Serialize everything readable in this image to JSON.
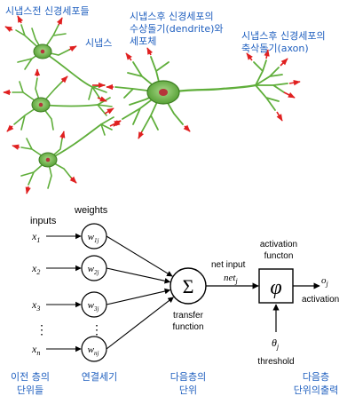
{
  "neuron_labels": {
    "presynaptic": "시냅스전 신경세포들",
    "synapse": "시냅스",
    "postsynaptic_dendrite_line1": "시냅스후 신경세포의",
    "postsynaptic_dendrite_line2": "수상돌기(dendrite)와",
    "postsynaptic_dendrite_line3": "세포체",
    "postsynaptic_axon_line1": "시냅스후 신경세포의",
    "postsynaptic_axon_line2": "축삭돌기(axon)"
  },
  "perceptron": {
    "inputs_label": "inputs",
    "weights_label": "weights",
    "inputs": [
      {
        "base": "x",
        "sub": "1"
      },
      {
        "base": "x",
        "sub": "2"
      },
      {
        "base": "x",
        "sub": "3"
      },
      {
        "base": "x",
        "sub": "n"
      }
    ],
    "weights": [
      {
        "base": "w",
        "sub": "1j"
      },
      {
        "base": "w",
        "sub": "2j"
      },
      {
        "base": "w",
        "sub": "3j"
      },
      {
        "base": "w",
        "sub": "nj"
      }
    ],
    "ellipsis": "⋮",
    "sum_symbol": "Σ",
    "net_input_label": "net input",
    "net_symbol": {
      "base": "net",
      "sub": "j"
    },
    "transfer_line1": "transfer",
    "transfer_line2": "function",
    "activation_line1": "activation",
    "activation_line2": "functon",
    "phi_symbol": "φ",
    "output_symbol": {
      "base": "o",
      "sub": "j"
    },
    "output_label": "activation",
    "threshold_symbol": {
      "base": "θ",
      "sub": "j"
    },
    "threshold_label": "threshold"
  },
  "bottom_labels": {
    "prev_units_line1": "이전 층의",
    "prev_units_line2": "단위들",
    "connection_weights": "연결세기",
    "next_unit_line1": "다음층의",
    "next_unit_line2": "단위",
    "next_output_line1": "다음층",
    "next_output_line2": "단위의출력"
  },
  "colors": {
    "label_blue": "#1f5fbf",
    "neuron_green": "#5fae3a",
    "neuron_dark": "#3d7d22",
    "nucleus_red": "#b5343a",
    "arrow_red": "#e02020"
  }
}
